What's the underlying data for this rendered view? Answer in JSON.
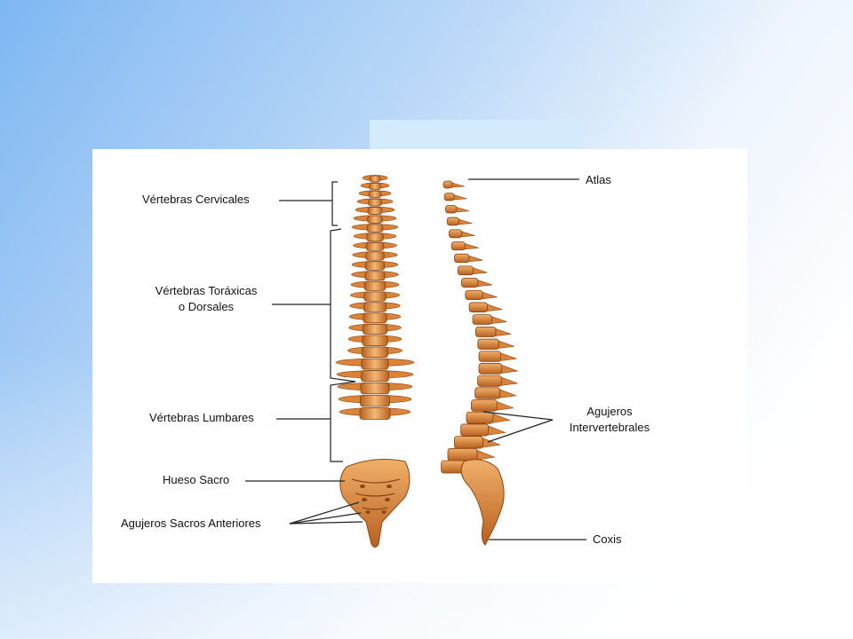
{
  "labels": {
    "cervical": "Vértebras Cervicales",
    "thoracic_1": "Vértebras Toráxicas",
    "thoracic_2": "o Dorsales",
    "lumbar": "Vértebras Lumbares",
    "sacrum": "Hueso Sacro",
    "sacral_foramina": "Agujeros Sacros Anteriores",
    "atlas": "Atlas",
    "intervertebral_1": "Agujeros",
    "intervertebral_2": "Intervertebrales",
    "coccyx": "Coxis"
  },
  "colors": {
    "bone_light": "#f0b36a",
    "bone_mid": "#e08a3a",
    "bone_dark": "#a8561c",
    "line": "#222222"
  }
}
